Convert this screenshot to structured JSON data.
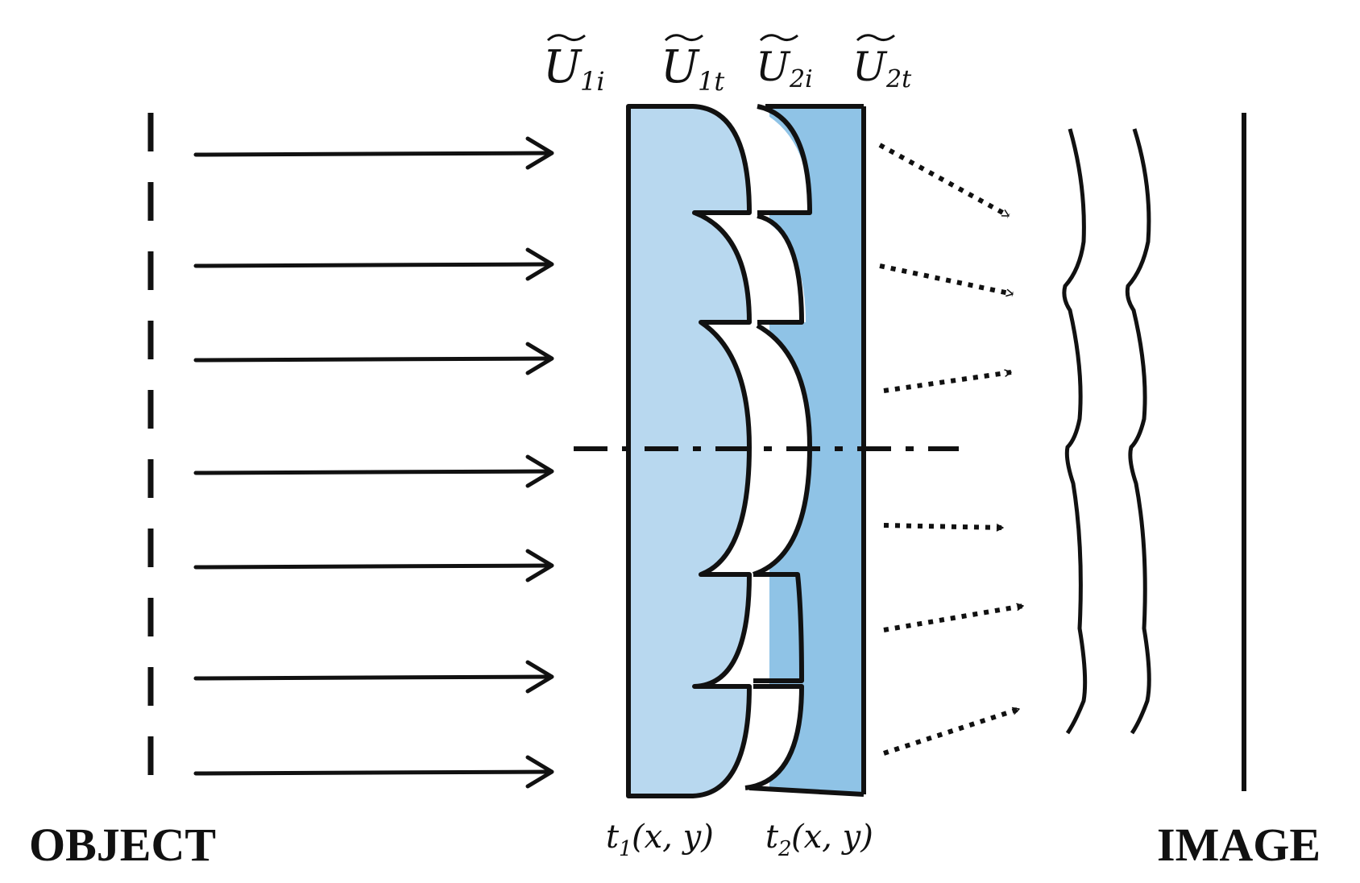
{
  "labels": {
    "object": "OBJECT",
    "image": "IMAGE",
    "u1i": {
      "main": "U",
      "sub": "1i"
    },
    "u1t": {
      "main": "U",
      "sub": "1t"
    },
    "u2i": {
      "main": "U",
      "sub": "2i"
    },
    "u2t": {
      "main": "U",
      "sub": "2t"
    },
    "t1": {
      "t": "t",
      "sub": "1",
      "args": "(x, y)"
    },
    "t2": {
      "t": "t",
      "sub": "2",
      "args": "(x, y)"
    }
  },
  "colors": {
    "element1_fill": "#b8d8ef",
    "element2_fill": "#8fc3e6",
    "stroke": "#111111"
  },
  "icons": {
    "incident_ray": "solid-arrow-icon",
    "output_ray": "dotted-arrow-icon"
  }
}
